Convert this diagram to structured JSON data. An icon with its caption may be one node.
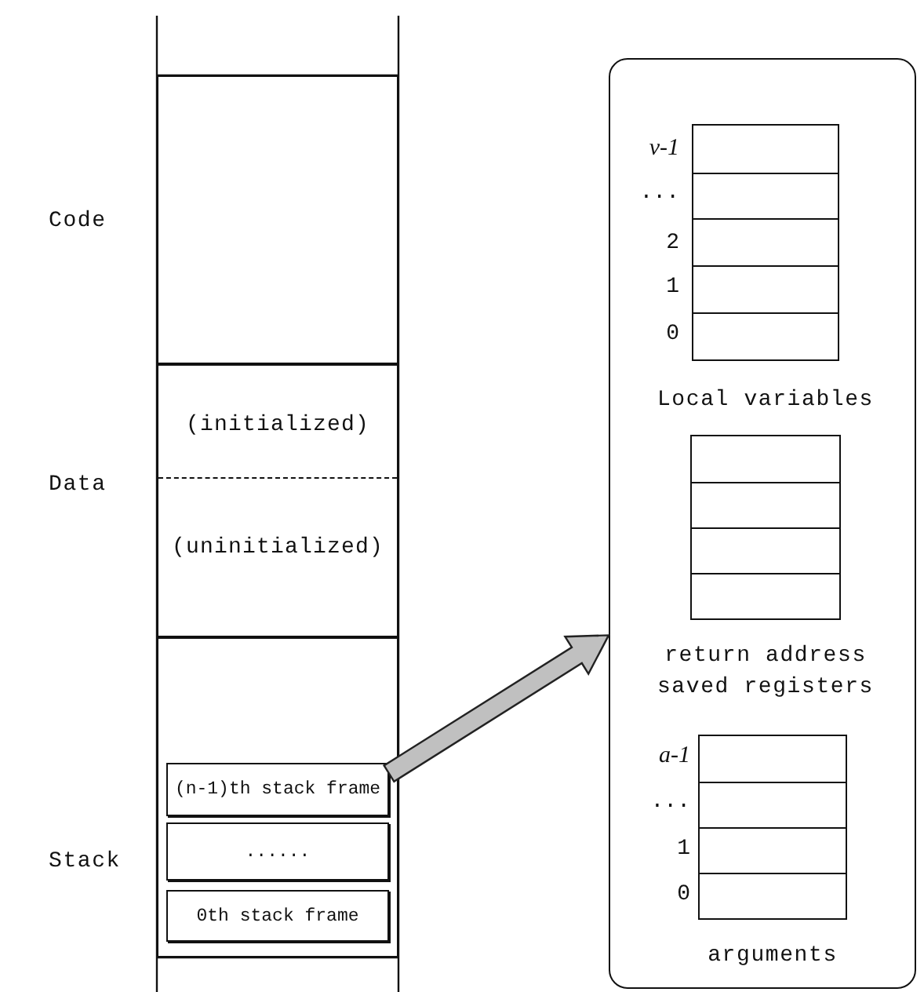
{
  "diagram": {
    "nodes": [
      {
        "text": [],
        "shape": "box",
        "beside": [
          "Code"
        ]
      },
      {
        "text": [
          "(initialized)",
          "(uninitialized)"
        ],
        "beside": [
          "Data"
        ]
      },
      {
        "text": [],
        "shape": "box",
        "beside": [
          "Stack"
        ]
      },
      {
        "text": [
          "(n-1)th stack frame"
        ],
        "in": 2
      },
      {
        "text": [
          "......"
        ],
        "in": 2
      },
      {
        "text": [
          "0th stack frame"
        ],
        "in": 2
      },
      {
        "text": [],
        "shape": "box"
      },
      {
        "text": [],
        "shape": "box",
        "in": 6,
        "beside": [
          "Local variables"
        ]
      },
      {
        "text": [],
        "shape": "box",
        "in": 6,
        "beside": [
          "return address saved registers"
        ]
      },
      {
        "text": [],
        "shape": "box",
        "in": 6,
        "beside": [
          "arguments"
        ]
      }
    ],
    "edges": [
      {
        "from": 3,
        "to": 6,
        "arrow": "to",
        "style": "thick"
      }
    ],
    "labels": [
      "v-1",
      "...",
      "2",
      "1",
      "0",
      "a-1",
      "...",
      "1",
      "0"
    ]
  }
}
